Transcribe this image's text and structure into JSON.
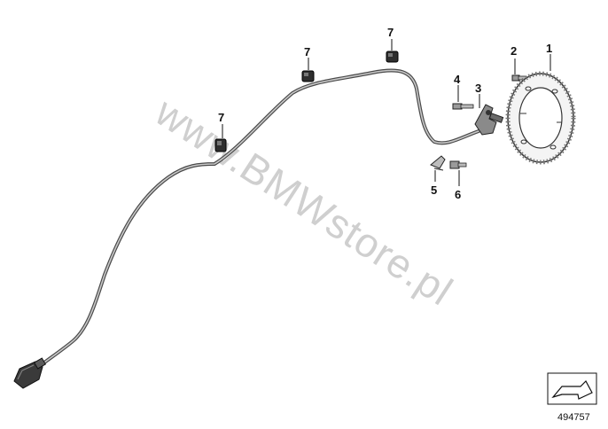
{
  "watermark": "www.BMWstore.pl",
  "diagram_number": "494757",
  "callouts": {
    "c1": "1",
    "c2": "2",
    "c3": "3",
    "c4": "4",
    "c5": "5",
    "c6": "6",
    "c7a": "7",
    "c7b": "7",
    "c7c": "7"
  },
  "icons": {
    "navigation": "direction-arrow-icon"
  }
}
